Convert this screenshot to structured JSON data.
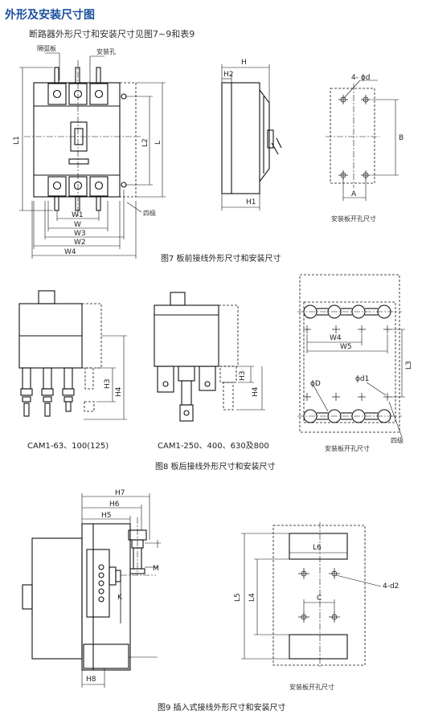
{
  "header": {
    "title": "外形及安装尺寸图",
    "subtitle": "断路器外形尺寸和安装尺寸见图7~9和表9"
  },
  "fig7": {
    "label_arc_plate": "隔弧板",
    "label_mount_hole": "安装孔",
    "L1": "L1",
    "L2": "L2",
    "L": "L",
    "W1": "W1",
    "W": "W",
    "W3": "W3",
    "W2": "W2",
    "W4": "W4",
    "pole4": "四极",
    "H": "H",
    "H2": "H2",
    "H1": "H1",
    "holes": "4- ϕd",
    "A": "A",
    "B": "B",
    "plate_caption": "安装板开孔尺寸",
    "caption": "图7  板前接线外形尺寸和安装尺寸"
  },
  "fig8": {
    "H3a": "H3",
    "H4a": "H4",
    "model_a": "CAM1-63、100(125)",
    "H3b": "H3",
    "H4b": "H4",
    "model_b": "CAM1-250、400、630及800",
    "W4": "W4",
    "W5": "W5",
    "L3": "L3",
    "phiD": "ϕD",
    "phid1": "ϕd1",
    "pole4": "四级",
    "plate_caption": "安装板开孔尺寸",
    "caption": "图8  板后接线外形尺寸和安装尺寸"
  },
  "fig9": {
    "H7": "H7",
    "H6": "H6",
    "H5": "H5",
    "M": "M",
    "K": "K",
    "H8": "H8",
    "L6": "L6",
    "L5": "L5",
    "L4": "L4",
    "holes": "4-d2",
    "C": "C",
    "plate_caption": "安装板开孔尺寸",
    "caption": "图9  插入式接线外形尺寸和安装尺寸"
  }
}
